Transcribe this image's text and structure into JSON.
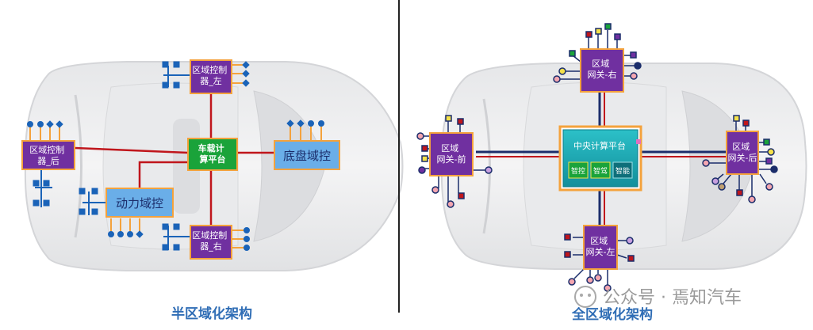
{
  "left_diagram": {
    "zone_front_left": "区域控制\n器_左",
    "zone_front_right": "区域控制\n器_右",
    "zone_rear": "区域控制\n器_后",
    "vehicle_computer": "车载计\n算平台",
    "chassis_domain": "底盘域控",
    "power_domain": "动力域控",
    "caption": "半区域化架构"
  },
  "right_diagram": {
    "gateway_right": "区域\n网关-右",
    "gateway_left": "区域\n网关-左",
    "gateway_front": "区域\n网关-前",
    "gateway_rear": "区域\n网关-后",
    "central_platform": "中央计算平台",
    "sub_modules": [
      "智控",
      "智驾",
      "智能"
    ],
    "caption": "全区域化架构"
  },
  "watermark": {
    "text": "公众号 · 焉知汽车"
  },
  "colors": {
    "red_link": "#c0161c",
    "navy_link": "#1b2d6b",
    "blue_node": "#1a63b8",
    "purple_box": "#7030a0",
    "orange_border": "#f4a23c",
    "green_box": "#1aa33a",
    "light_blue_box": "#6aaee8",
    "teal_platform": "#17a3b0",
    "caption_blue": "#2f6db5"
  }
}
